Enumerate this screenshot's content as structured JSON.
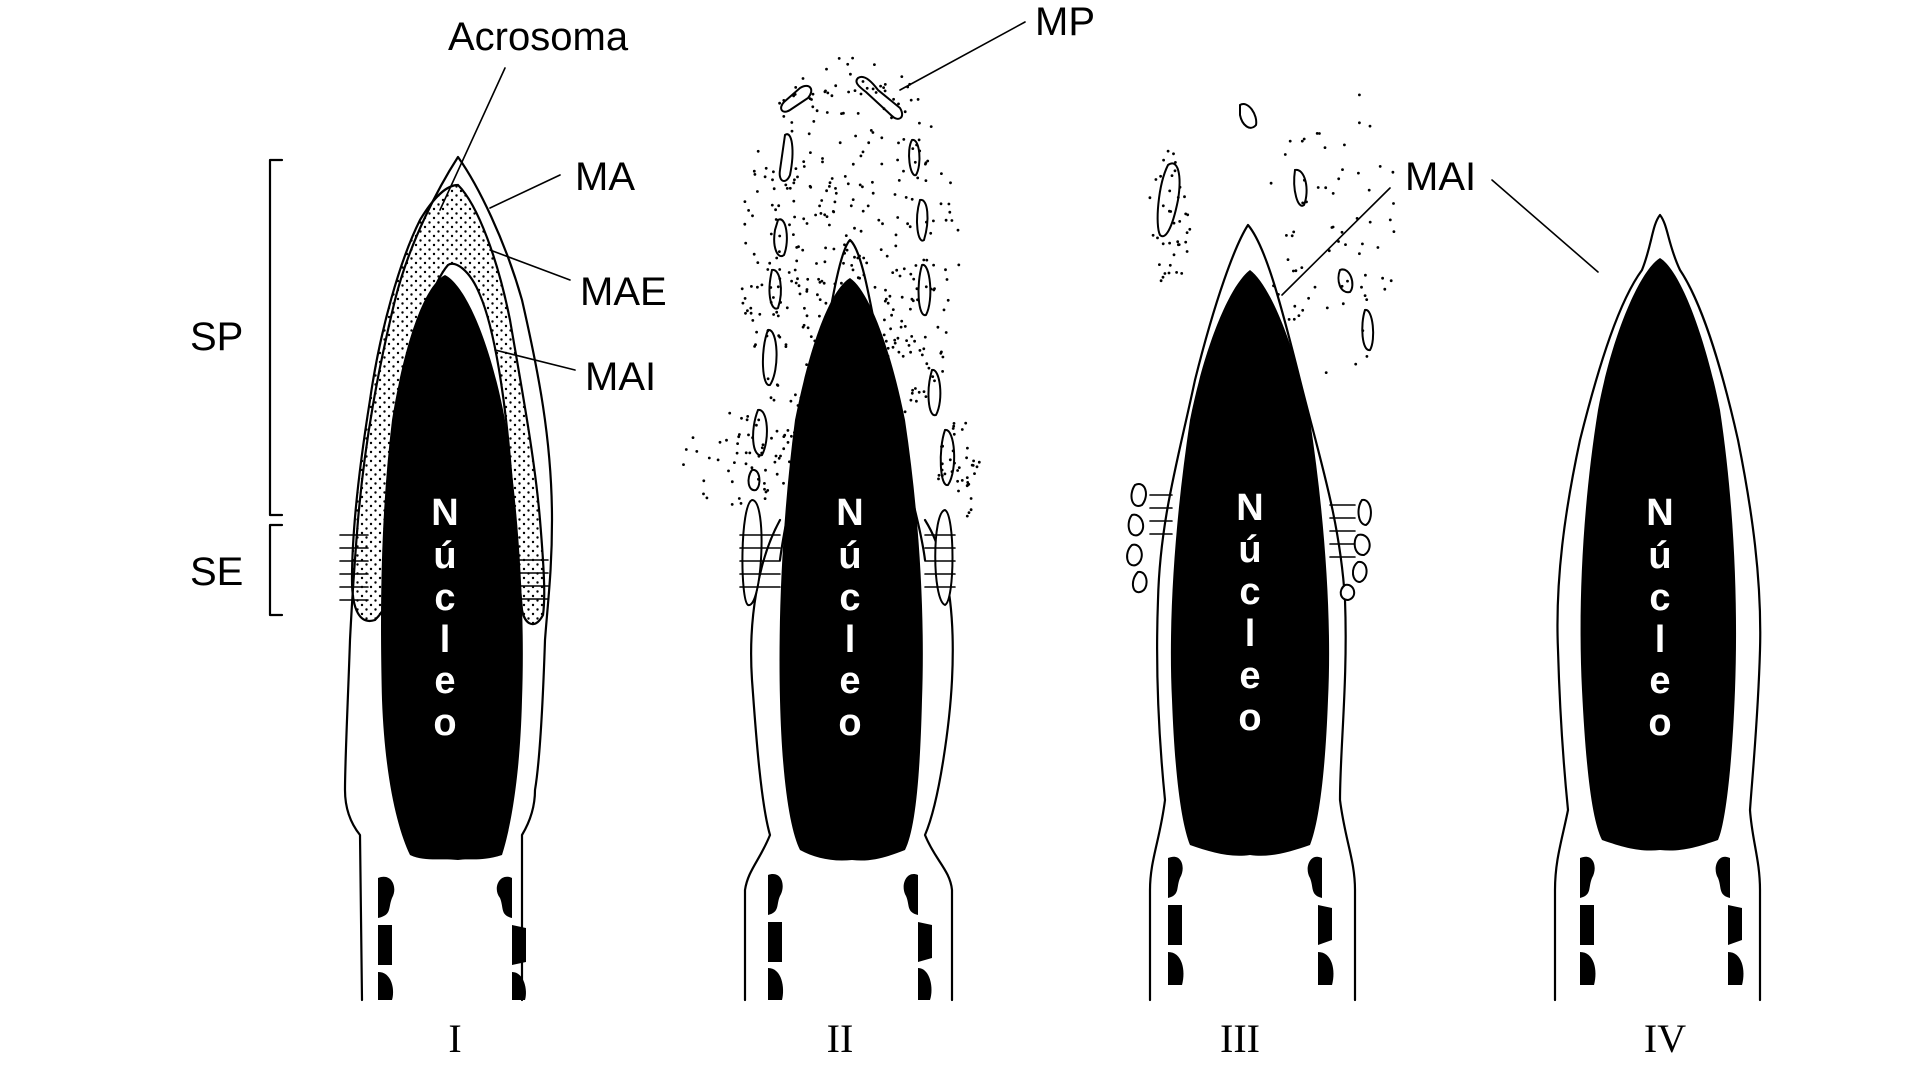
{
  "labels": {
    "acrosoma": "Acrosoma",
    "ma": "MA",
    "mae": "MAE",
    "mai_left": "MAI",
    "mai_right": "MAI",
    "mp": "MP",
    "sp": "SP",
    "se": "SE"
  },
  "nucleus_word": [
    "N",
    "ú",
    "c",
    "l",
    "e",
    "o"
  ],
  "stages": [
    "I",
    "II",
    "III",
    "IV"
  ]
}
